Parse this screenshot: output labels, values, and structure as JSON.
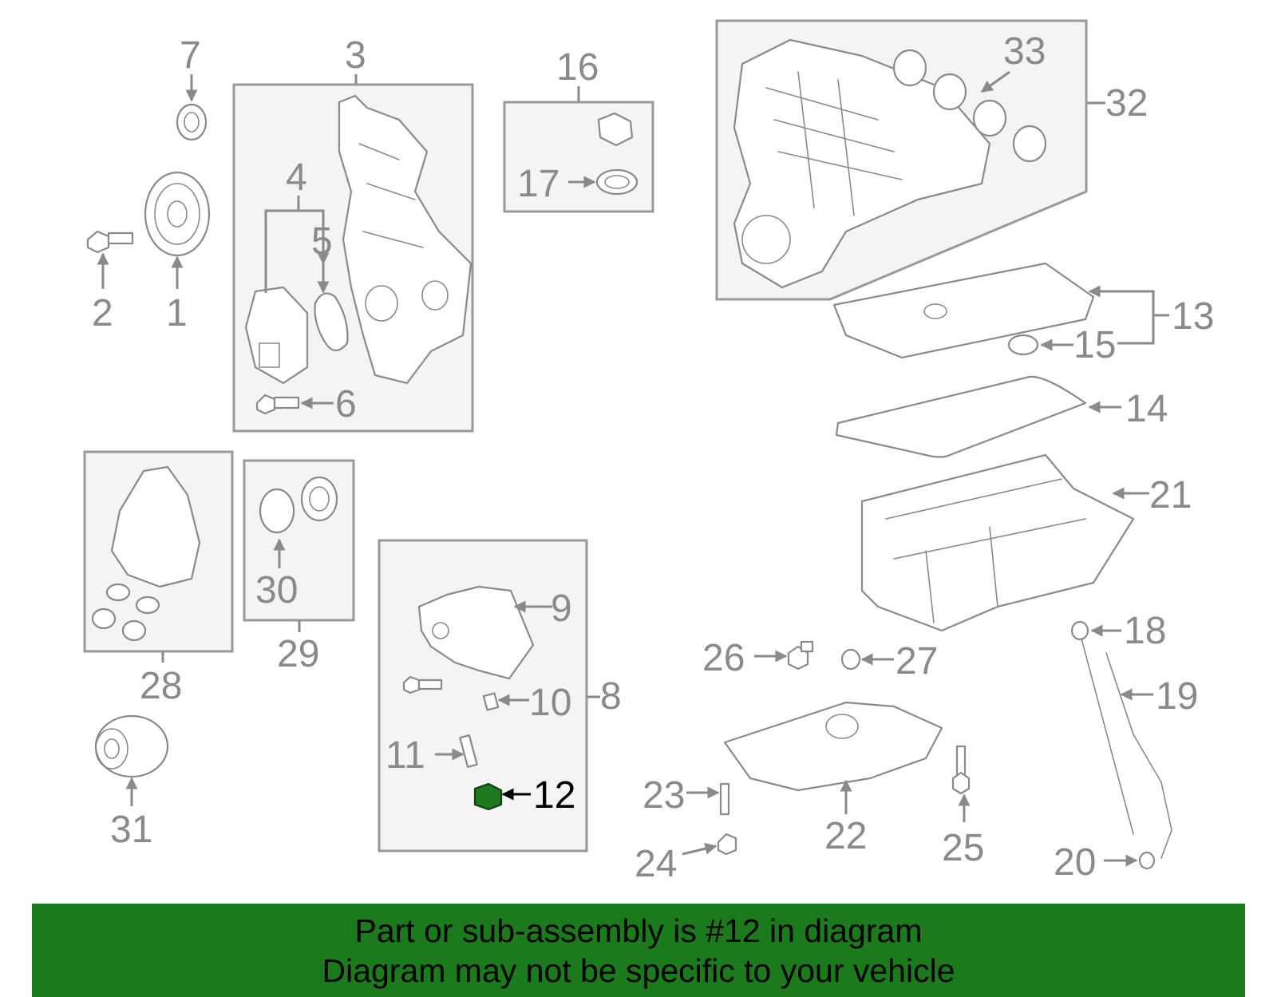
{
  "colors": {
    "banner": "#1b7a1b",
    "highlight_part": "#1f7a1f",
    "lines": "#8a8a8a"
  },
  "highlighted_part": "12",
  "callouts": [
    "1",
    "2",
    "3",
    "4",
    "5",
    "6",
    "7",
    "8",
    "9",
    "10",
    "11",
    "12",
    "13",
    "14",
    "15",
    "16",
    "17",
    "18",
    "19",
    "20",
    "21",
    "22",
    "23",
    "24",
    "25",
    "26",
    "27",
    "28",
    "29",
    "30",
    "31",
    "32",
    "33"
  ],
  "banner": {
    "line1": "Part or sub-assembly is #12 in diagram",
    "line2": "Diagram may not be specific to your vehicle"
  }
}
